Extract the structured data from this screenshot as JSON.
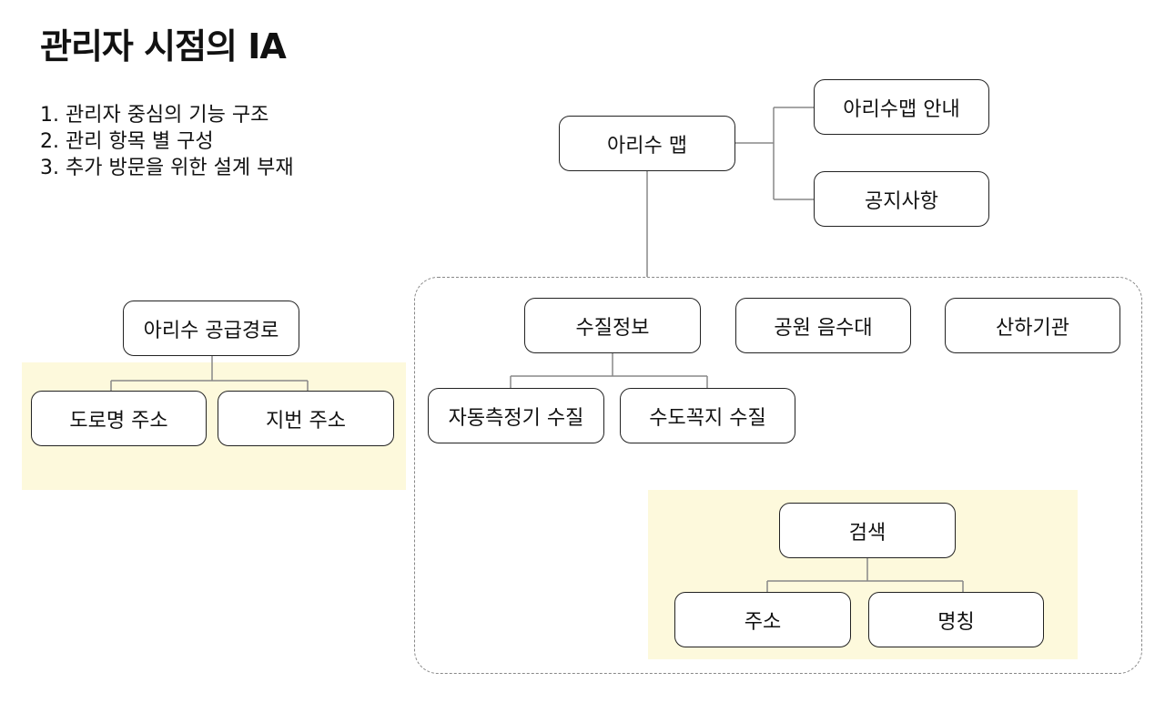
{
  "title": "관리자 시점의 IA",
  "notes": [
    "1. 관리자 중심의 기능 구조",
    "2. 관리 항목 별 구성",
    "3. 추가 방문을 위한 설계 부재"
  ],
  "colors": {
    "highlight": "#fdf9dc",
    "node_border": "#222222",
    "connector": "#888888"
  },
  "nodes": {
    "root": "아리수 맵",
    "guide": "아리수맵 안내",
    "notice": "공지사항",
    "water_quality": "수질정보",
    "park_fountain": "공원 음수대",
    "affiliate": "산하기관",
    "auto_meter": "자동측정기 수질",
    "tap_water": "수도꼭지 수질",
    "search": "검색",
    "search_address": "주소",
    "search_name": "명칭",
    "supply_route": "아리수 공급경로",
    "road_address": "도로명 주소",
    "lot_address": "지번 주소"
  }
}
